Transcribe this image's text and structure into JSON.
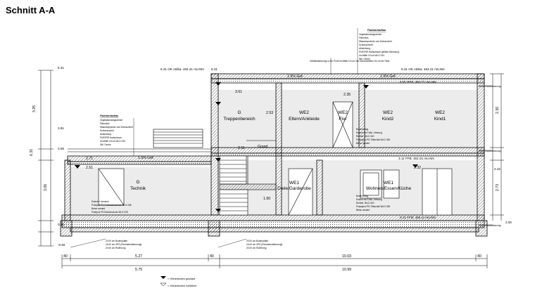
{
  "title": "Schnitt A-A",
  "levels": {
    "oben": "6.31",
    "attika_links": "6.31 OK Attika: 464.21 mü.NN",
    "attika_rechts": "6.31 OK Attika: 464.21 mü.NN",
    "og_rfb": "6.01 RFB: 463.71 mü.NN",
    "eg_ffb": "3.11 FFB: 461.01 mü.NN",
    "ug_ffb": "0.21 FFB: 458.11 mü.NN",
    "links_391": "3.91",
    "links_306": "3.06",
    "links_012": "0.12",
    "links_neg092": "-0.92",
    "r_200": "2.00",
    "r_222": "2.22"
  },
  "rooms": {
    "g_treppe_a": "G",
    "g_treppe_b": "Treppenbereich",
    "we2_eltern_a": "WE2",
    "we2_eltern_b": "Eltern/Ankleide",
    "we2_flur_a": "WE2",
    "we2_flur_b": "Flur",
    "we2_kind2_a": "WE2",
    "we2_kind2_b": "Kind2",
    "we2_kind1_a": "WE2",
    "we2_kind1_b": "Kind1",
    "g_technik_a": "G",
    "g_technik_b": "Technik",
    "we1_diele_a": "WE1",
    "we1_diele_b": "Diele/Garderobe",
    "we1_wohnen_a": "WE1",
    "we1_wohnen_b": "Wohnen/Essen/Küche"
  },
  "dims": {
    "bottom_a": "40",
    "bottom_b": "5.27",
    "bottom_c": "40",
    "bottom_d": "10.03",
    "bottom_e": "40",
    "bottom_f": "5.75",
    "bottom_g": "10.99",
    "left_a": "3.25",
    "left_b": "6.31",
    "left_c": "3.06",
    "right_a": "2.30",
    "right_b": "2.73",
    "gefaelle1": "1.5% Gef.",
    "gefaelle2": "1.5% Gef.",
    "gefaelle3": "1.5% Gef.",
    "h361": "3.61",
    "h271": "2.71",
    "h251": "2.51",
    "h235": "2.35",
    "h232": "2.32",
    "h253": "2.53",
    "h211": "2.11",
    "h150": "1.50",
    "grand": "Grand"
  },
  "notes": {
    "dach_title": "Flachdachaufbau",
    "dach_lines": [
      "Vegetationstragschicht",
      "Filtervlies",
      "Wasserspeicher und Dränschicht",
      "Schutzschicht",
      "Abdichtung",
      "PUR/PIR Hartschaum gefälle Dämmung",
      "Im Mittel 15 cm WLG 024",
      "Stb. Decke"
    ],
    "ebene_title": "Flachdachaufbau",
    "ebene_lines": [
      "Vegetationstragschicht",
      "Filtervlies",
      "Wasserspeicher und Dränschicht",
      "Schutzschicht",
      "Abdichtung",
      "PUR/PIR Hartschaum",
      "Im Mittel 18 cm WLG 023",
      "Stb. Decke"
    ],
    "gefaelle_note": "Gefälledämmung in 3er Profil im Mittel 15 cm, Wo Dämmstreifen 15 cm bei Tiefe",
    "boden_og": [
      "Bodenbelag",
      "Estrich mit Fußb.-Heizung",
      "Rohbel. WLG 040",
      "Polystyrol-PS-Trittschall WLG 035",
      "Beton armiert"
    ],
    "boden_eg": [
      "Bodenbelag",
      "Estrich mit Fußb.-Heizung",
      "Rohbel. WLG 040",
      "Polystyrol-PS-Trittschall WLG 035",
      "Beton armiert"
    ],
    "boden_ug": [
      "Estrich + Anstrich",
      "Polstyrol PS-Fußbodenschutz WLG 035",
      "Beton armiert",
      "Polstyrol PS-Estrichschutz WLG 035"
    ],
    "unten_a": [
      "20.00 cm Bodenplatte",
      "16.00 cm XPS (Perimeterdämmung)",
      "20.00 cm Rollierung"
    ],
    "unten_b": [
      "20.00 cm Bodenplatte",
      "16.00 cm XPS (Perimeterdämmung)",
      "20.00 cm Rollierung"
    ],
    "deckenrand1": "Deckenranddämmung",
    "deckenrand2": "Deckenranddämmung",
    "deckenrand3": "Deckenranddämmung"
  },
  "legend": {
    "item1": "= Höhenkoten geplant",
    "item2": "= Höhenkoten natürlich"
  }
}
